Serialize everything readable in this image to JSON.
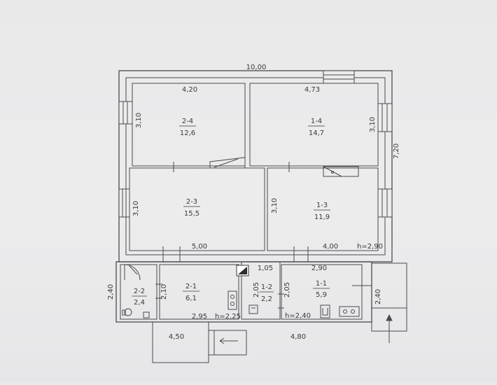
{
  "plan": {
    "overall_width": "10,00",
    "overall_depth": "7,20",
    "rooms": [
      {
        "id": "2-4",
        "area": "12,6"
      },
      {
        "id": "1-4",
        "area": "14,7"
      },
      {
        "id": "2-3",
        "area": "15,5"
      },
      {
        "id": "1-3",
        "area": "11,9"
      },
      {
        "id": "2-1",
        "area": "6,1"
      },
      {
        "id": "2-2",
        "area": "2,4"
      },
      {
        "id": "1-2",
        "area": "2,2"
      },
      {
        "id": "1-1",
        "area": "5,9"
      }
    ],
    "dimensions": {
      "room24_width": "4,20",
      "room14_width": "4,73",
      "room24_depth": "3,10",
      "room14_depth": "3,10",
      "room23_depth": "3,10",
      "room13_depth": "3,10",
      "room23_width": "5,00",
      "room13_width": "4,00",
      "room13_height": "h=2,90",
      "room12_width": "1,05",
      "room11_width": "2,90",
      "room21_depth": "2,10",
      "room12_depth": "2,05",
      "room11_depth": "2,05",
      "room22_depth": "2,40",
      "porch_right_depth": "2,40",
      "room21_width": "2,95",
      "room21_height": "h=2,25",
      "room11_height": "h=2,40",
      "annex_left_width": "4,50",
      "annex_right_width": "4,80"
    }
  }
}
